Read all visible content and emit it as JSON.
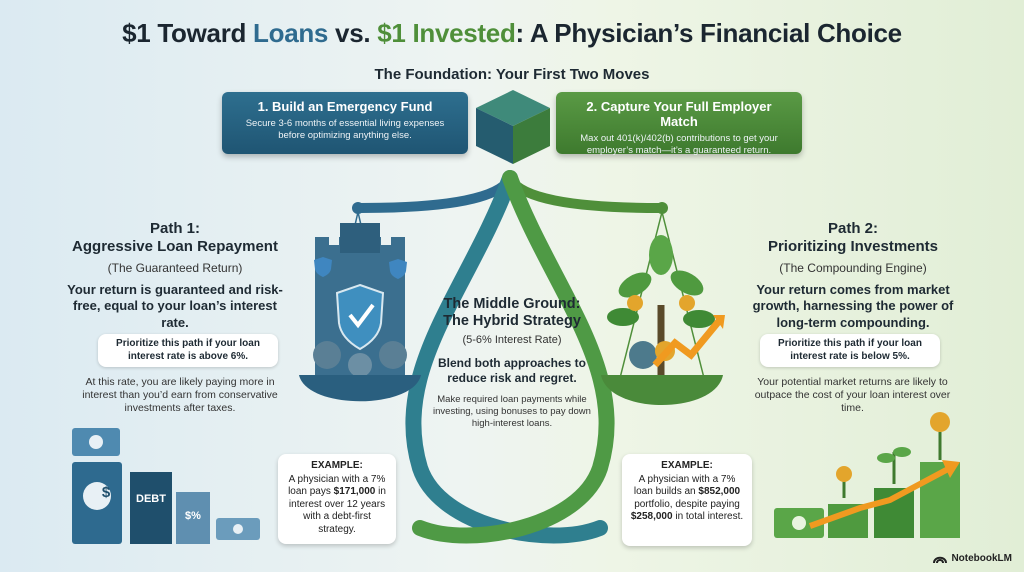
{
  "header": {
    "title_parts": [
      "$1 Toward ",
      "Loans",
      " vs. ",
      "$1 Invested",
      ": A Physician’s Financial Choice"
    ],
    "subtitle": "The Foundation: Your First Two Moves"
  },
  "foundation": {
    "left": {
      "heading": "1. Build an Emergency Fund",
      "text": "Secure 3-6 months of essential living expenses before optimizing anything else."
    },
    "right": {
      "heading": "2. Capture Your Full Employer Match",
      "text": "Max out 401(k)/402(b) contributions to get your employer’s match—it’s a guaranteed return."
    }
  },
  "path1": {
    "title_line1": "Path 1:",
    "title_line2": "Aggressive Loan Repayment",
    "subtitle": "(The Guaranteed Return)",
    "bold": "Your return is guaranteed and risk-free, equal to your loan’s interest rate.",
    "pill": "Prioritize this path if your loan interest rate is above 6%.",
    "note": "At this rate, you are likely paying more in interest than you’d earn from conservative investments after taxes.",
    "example": {
      "heading": "EXAMPLE:",
      "pre": "A physician with a 7% loan pays ",
      "highlight": "$171,000",
      "post": " in interest over 12 years with a debt-first strategy."
    },
    "debt_label": "DEBT",
    "rate_label": "$%"
  },
  "middle": {
    "title_line1": "The Middle Ground:",
    "title_line2": "The Hybrid Strategy",
    "subtitle": "(5-6% Interest Rate)",
    "bold": "Blend both approaches to reduce risk and regret.",
    "note": "Make required loan payments while investing, using bonuses to pay down high-interest loans."
  },
  "path2": {
    "title_line1": "Path 2:",
    "title_line2": "Prioritizing Investments",
    "subtitle": "(The Compounding Engine)",
    "bold": "Your return comes from market growth, harnessing the power of long-term compounding.",
    "pill": "Prioritize this path if your loan interest rate is below 5%.",
    "note": "Your potential market returns are likely to outpace the cost of your loan interest over time.",
    "example": {
      "heading": "EXAMPLE:",
      "pre": "A physician with a 7% loan builds an ",
      "highlight": "$852,000",
      "mid": " portfolio, despite paying ",
      "highlight2": "$258,000",
      "post": " in total interest."
    }
  },
  "brand": "NotebookLM",
  "colors": {
    "blue": "#2f6b8f",
    "green": "#4f8f3a",
    "dark": "#1e2a33"
  }
}
